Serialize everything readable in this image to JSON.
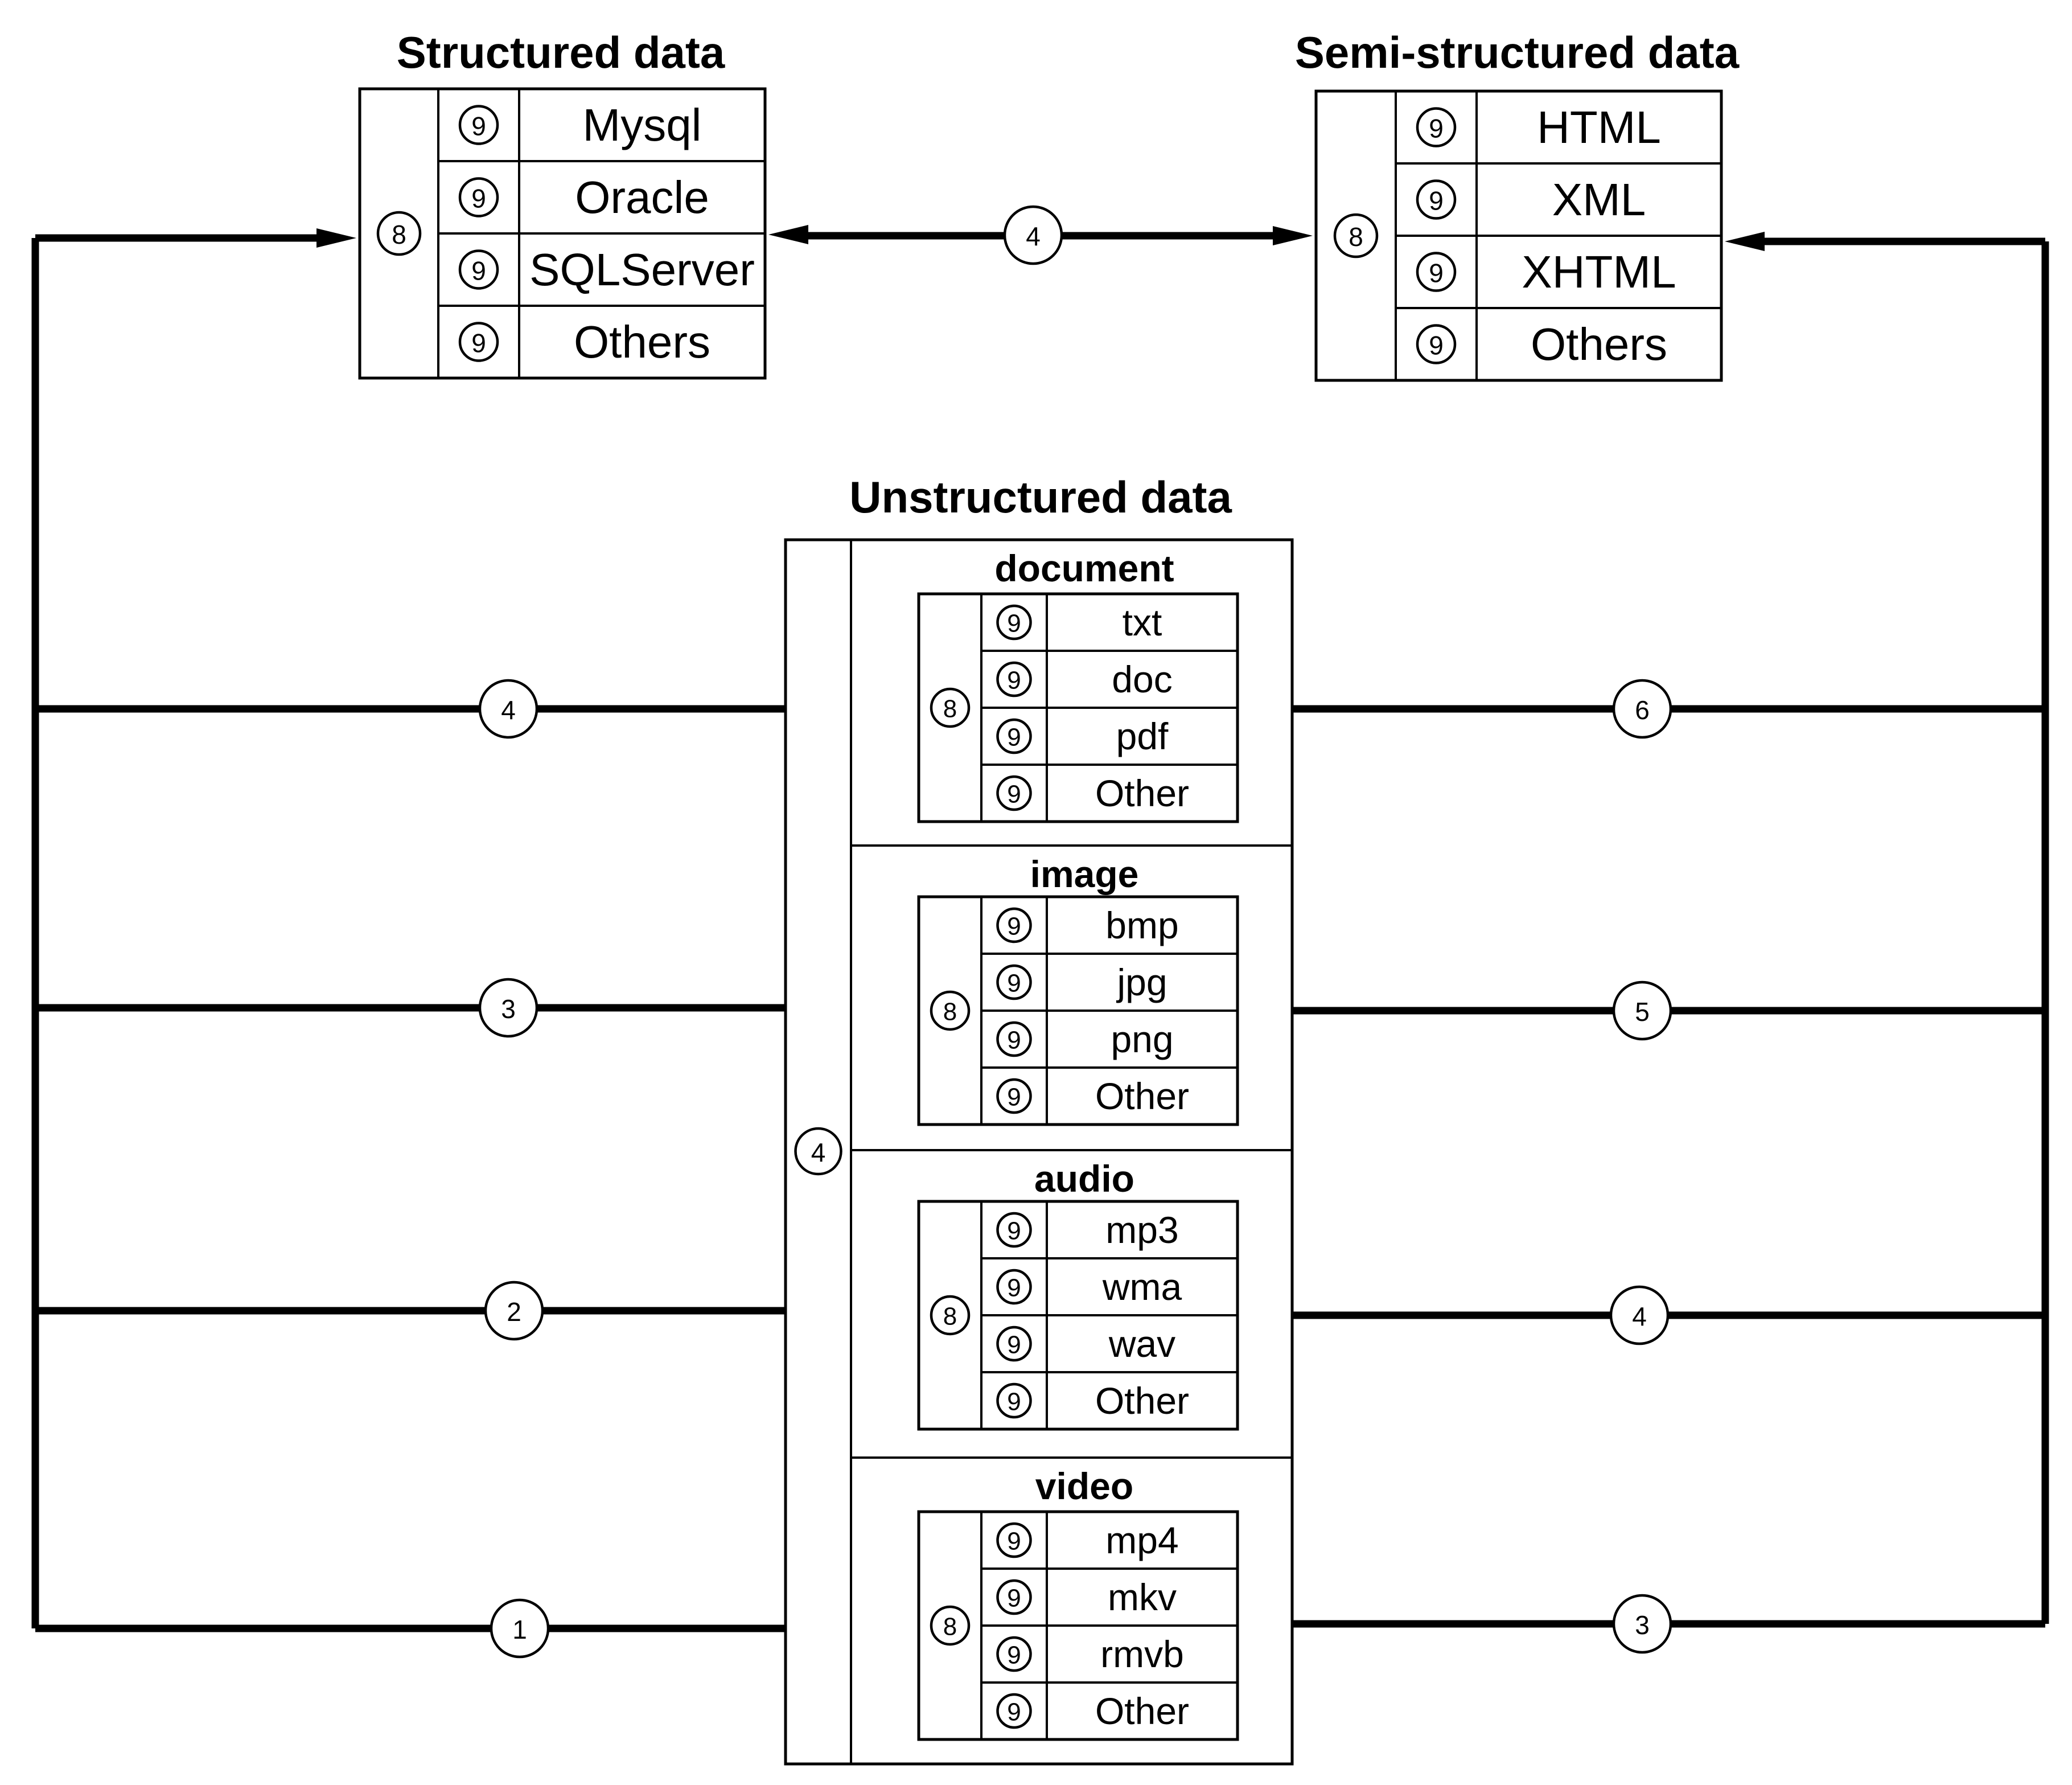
{
  "structured": {
    "title": "Structured data",
    "group_marker": "8",
    "item_marker": "9",
    "items": [
      "Mysql",
      "Oracle",
      "SQLServer",
      "Others"
    ]
  },
  "semi_structured": {
    "title": "Semi-structured data",
    "group_marker": "8",
    "item_marker": "9",
    "items": [
      "HTML",
      "XML",
      "XHTML",
      "Others"
    ]
  },
  "unstructured": {
    "title": "Unstructured data",
    "outer_marker": "4",
    "categories": [
      {
        "name": "document",
        "group_marker": "8",
        "item_marker": "9",
        "items": [
          "txt",
          "doc",
          "pdf",
          "Other"
        ]
      },
      {
        "name": "image",
        "group_marker": "8",
        "item_marker": "9",
        "items": [
          "bmp",
          "jpg",
          "png",
          "Other"
        ]
      },
      {
        "name": "audio",
        "group_marker": "8",
        "item_marker": "9",
        "items": [
          "mp3",
          "wma",
          "wav",
          "Other"
        ]
      },
      {
        "name": "video",
        "group_marker": "8",
        "item_marker": "9",
        "items": [
          "mp4",
          "mkv",
          "rmvb",
          "Other"
        ]
      }
    ]
  },
  "connections": {
    "structured_to_semi": "4",
    "left_to_categories": [
      "4",
      "3",
      "2",
      "1"
    ],
    "right_to_categories": [
      "6",
      "5",
      "4",
      "3"
    ]
  }
}
